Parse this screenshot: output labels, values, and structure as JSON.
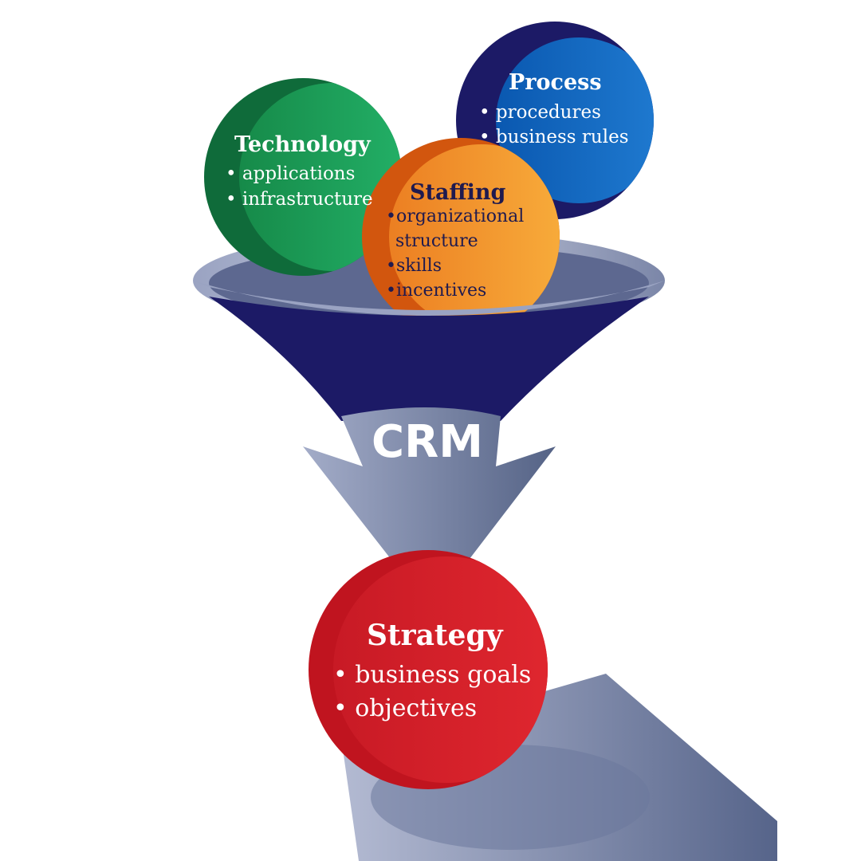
{
  "colors": {
    "technology": "#1f9e5a",
    "process": "#1a6fc4",
    "staffing": "#f39a2b",
    "strategy": "#d8202c",
    "funnel_dark": "#1c1a66",
    "funnel_steel": "#8a94b4"
  },
  "technology": {
    "title": "Technology",
    "items": [
      "• applications",
      "• infrastructure"
    ]
  },
  "process": {
    "title": "Process",
    "items": [
      "• procedures",
      "• business rules"
    ]
  },
  "staffing": {
    "title": "Staffing",
    "items": [
      "•organizational",
      "structure",
      "•skills",
      "•incentives"
    ]
  },
  "funnel": {
    "label": "CRM"
  },
  "strategy": {
    "title": "Strategy",
    "items": [
      "• business goals",
      "• objectives"
    ]
  }
}
